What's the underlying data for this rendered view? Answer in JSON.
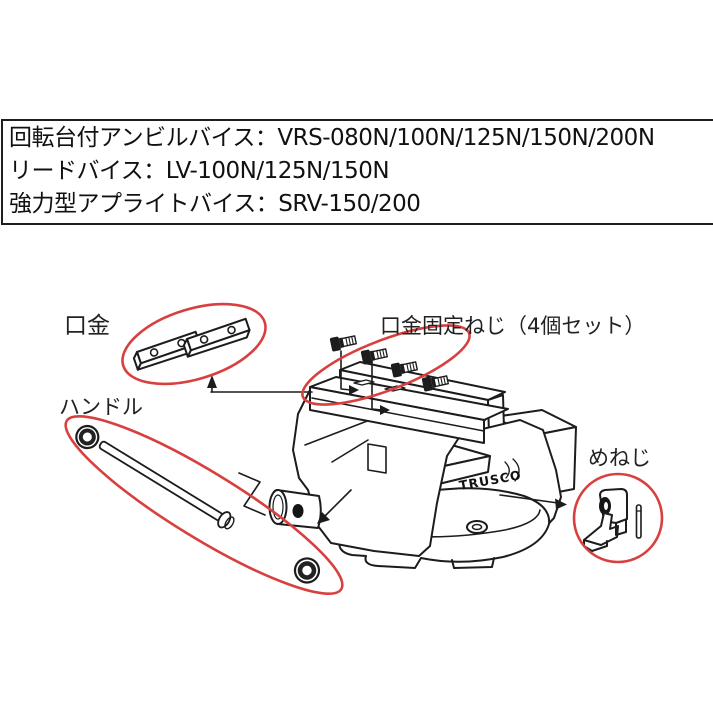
{
  "info_box": {
    "lines": [
      "回転台付アンビルバイス：VRS-080N/100N/125N/150N/200N",
      "リードバイス：LV-100N/125N/150N",
      "強力型アプライトバイス：SRV-150/200"
    ]
  },
  "diagram": {
    "labels": {
      "jaw_plates": "口金",
      "jaw_screws": "口金固定ねじ（4個セット）",
      "handle": "ハンドル",
      "female_screw": "めねじ"
    },
    "brand_logo": "TRUSCO",
    "colors": {
      "highlight_red": "#d84040",
      "line_dark": "#1c1c1c"
    }
  }
}
